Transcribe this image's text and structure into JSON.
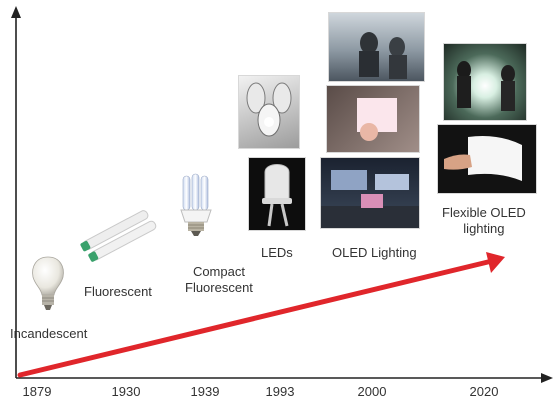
{
  "axis": {
    "years": [
      "1879",
      "1930",
      "1939",
      "1993",
      "2000",
      "2020"
    ]
  },
  "technologies": {
    "incandescent": "Incandescent",
    "fluorescent": "Fluorescent",
    "compact_line1": "Compact",
    "compact_line2": "Fluorescent",
    "leds": "LEDs",
    "oled_lighting": "OLED Lighting",
    "flexible_line1": "Flexible OLED",
    "flexible_line2": "lighting"
  },
  "colors": {
    "trend_arrow": "#e0262b",
    "axis": "#222222"
  },
  "icons": [
    "incandescent-bulb-icon",
    "fluorescent-tube-icon",
    "compact-fluorescent-bulb-icon",
    "led-icon",
    "oled-panel-photo",
    "flexible-oled-photo"
  ]
}
